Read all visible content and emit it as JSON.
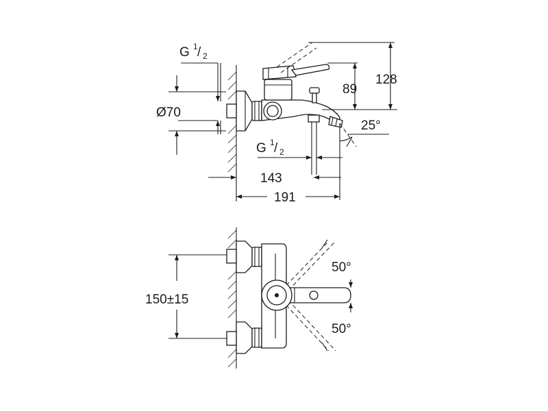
{
  "dimensions": {
    "thread_top_prefix": "G",
    "thread_top_sup": "1",
    "thread_top_slash": "/",
    "thread_top_sub": "2",
    "diameter": "Ø70",
    "thread_bottom_prefix": "G",
    "thread_bottom_sup": "1",
    "thread_bottom_slash": "/",
    "thread_bottom_sub": "2",
    "spout_depth": "143",
    "total_depth": "191",
    "lever_height": "89",
    "total_height": "128",
    "spout_angle": "25°",
    "centre_distance": "150±15",
    "swing_up": "50°",
    "swing_down": "50°"
  },
  "colors": {
    "line": "#1a1a1a",
    "background": "#ffffff"
  }
}
